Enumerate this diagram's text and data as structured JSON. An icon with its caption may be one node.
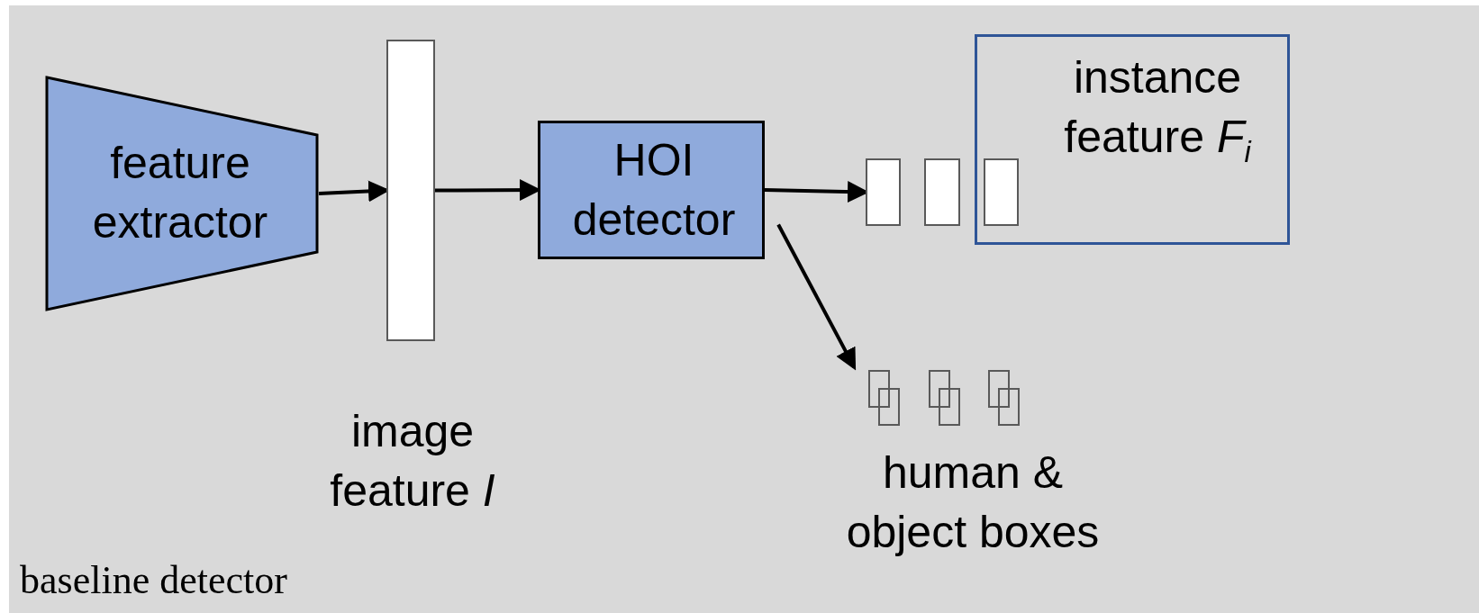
{
  "diagram": {
    "nodes": [
      {
        "text": [
          "feature extractor"
        ]
      },
      {
        "text": [],
        "shape": "bar",
        "beside": [
          "image feature *I*"
        ]
      },
      {
        "text": [
          "HOI detector"
        ]
      },
      {
        "text": [
          "instance feature *F*$_{i}$"
        ]
      },
      {
        "text": [],
        "shape": "bar"
      },
      {
        "text": [],
        "shape": "bar"
      },
      {
        "text": [],
        "shape": "bar",
        "in": 3
      },
      {
        "text": [],
        "shape": "box"
      },
      {
        "text": [],
        "shape": "box"
      },
      {
        "text": [],
        "shape": "box"
      }
    ],
    "edges": [
      {
        "from": 0,
        "to": 1,
        "arrow": "to"
      },
      {
        "from": 1,
        "to": 2,
        "arrow": "to"
      },
      {
        "from": 2,
        "to": 4,
        "arrow": "to"
      },
      {
        "from": 2,
        "to": 7,
        "arrow": "to"
      }
    ],
    "labels": [
      "human & object boxes",
      "baseline detector"
    ]
  }
}
